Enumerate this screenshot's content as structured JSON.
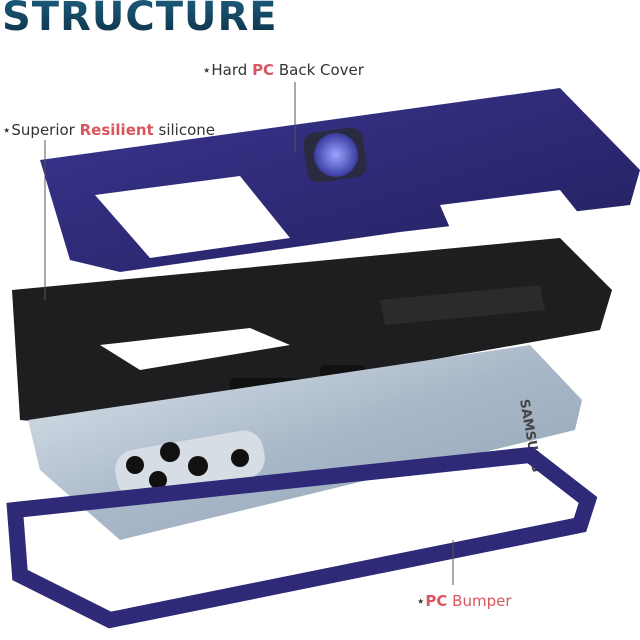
{
  "title": "STRUCTURE",
  "labels": {
    "back_cover": {
      "star": "⋆",
      "pre": "Hard ",
      "highlight": "PC",
      "post": " Back Cover"
    },
    "silicone": {
      "star": "⋆",
      "pre": "Superior ",
      "highlight": "Resilient",
      "post": " silicone"
    },
    "bumper": {
      "star": "⋆",
      "pre": "",
      "highlight": "PC",
      "post": " Bumper"
    }
  },
  "phone_brand_text": "SAMSUNG",
  "colors": {
    "highlight": "#d9565e",
    "purple": "#2e2a78",
    "black": "#1e1e20",
    "silver": "#b9c6d3"
  }
}
